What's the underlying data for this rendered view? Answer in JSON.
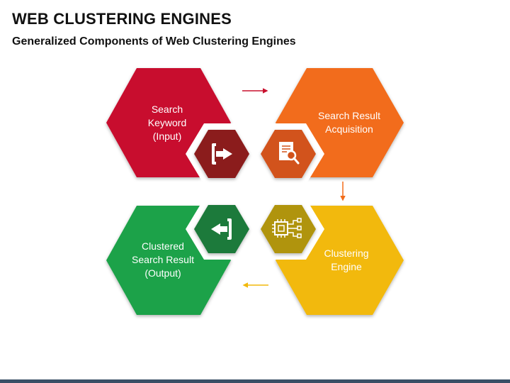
{
  "title": "WEB CLUSTERING ENGINES",
  "subtitle": "Generalized Components of Web Clustering Engines",
  "colors": {
    "red": "#c8102e",
    "red_dark": "#8b1a1a",
    "orange": "#f26c1a",
    "orange_dark": "#d2521a",
    "yellow": "#f2b90b",
    "yellow_dark": "#b0940a",
    "green": "#1ea24a",
    "green_dark": "#1f7a3a"
  },
  "steps": [
    {
      "label": "Search\nKeyword\n(Input)",
      "icon": "input-arrow-icon"
    },
    {
      "label": "Search Result\nAcquisition",
      "icon": "document-search-icon"
    },
    {
      "label": "Clustering\nEngine",
      "icon": "processor-chip-icon"
    },
    {
      "label": "Clustered\nSearch Result\n(Output)",
      "icon": "output-arrow-icon"
    }
  ]
}
